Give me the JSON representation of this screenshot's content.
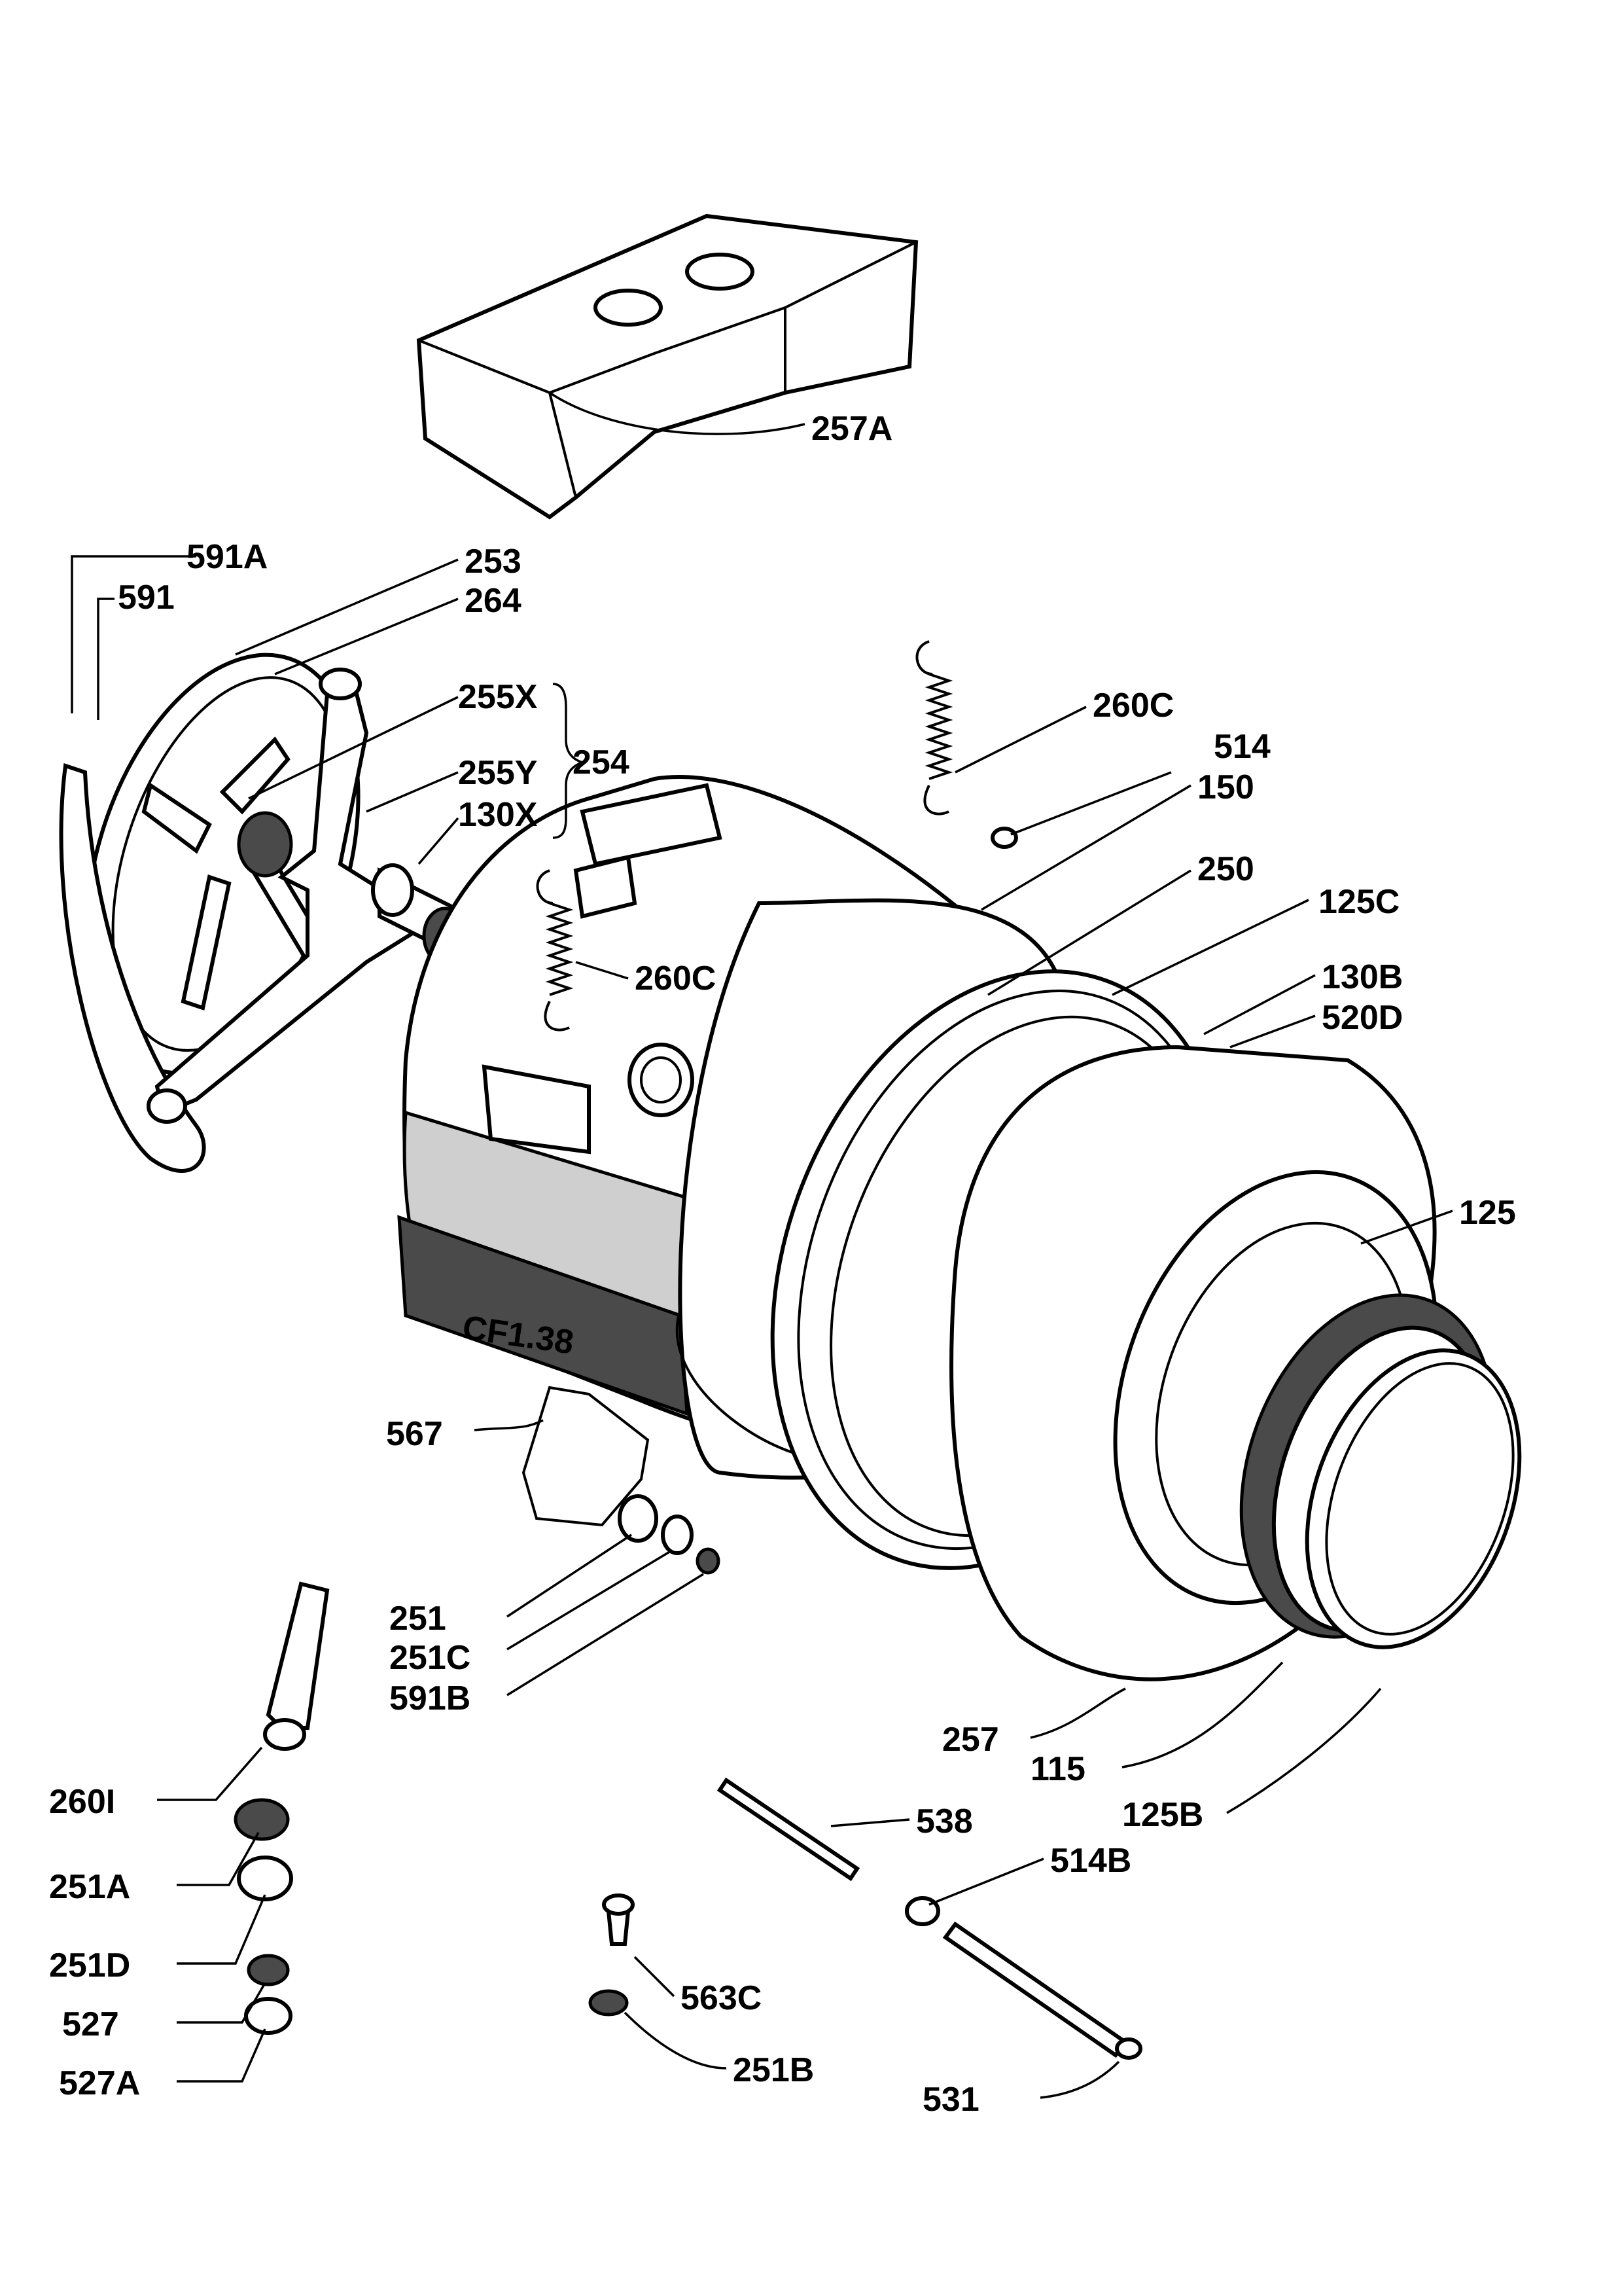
{
  "labels": {
    "l257a": "257A",
    "l591a": "591A",
    "l591": "591",
    "l253": "253",
    "l264": "264",
    "l255x": "255X",
    "l254": "254",
    "l255y": "255Y",
    "l130x": "130X",
    "l260c_top": "260C",
    "l514": "514",
    "l150": "150",
    "l250": "250",
    "l125c": "125C",
    "l260c_mid": "260C",
    "l130b": "130B",
    "l520d": "520D",
    "l125": "125",
    "l567": "567",
    "l251": "251",
    "l251c": "251C",
    "l591b": "591B",
    "l257": "257",
    "l115": "115",
    "l125b": "125B",
    "l260i": "260I",
    "l538": "538",
    "l514b": "514B",
    "l251a": "251A",
    "l251d": "251D",
    "l563c": "563C",
    "l527": "527",
    "l251b": "251B",
    "l527a": "527A",
    "l531": "531",
    "stamp": "CF1.38"
  },
  "colors": {
    "ink": "#000000",
    "paper": "#ffffff",
    "stipple": "#cfcfcf"
  }
}
